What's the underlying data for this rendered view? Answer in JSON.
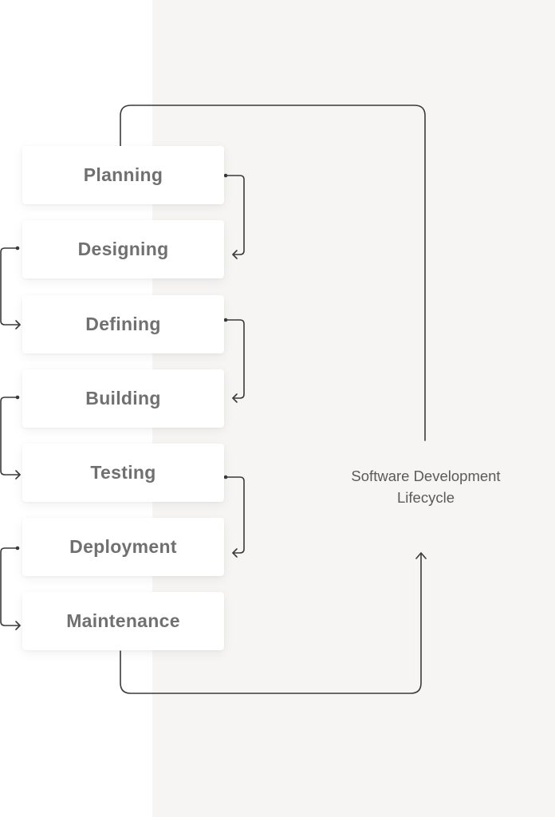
{
  "diagram": {
    "title": "Software Development Lifecycle",
    "title_lines": [
      "Software Development",
      "Lifecycle"
    ],
    "stages": [
      {
        "label": "Planning"
      },
      {
        "label": "Designing"
      },
      {
        "label": "Defining"
      },
      {
        "label": "Building"
      },
      {
        "label": "Testing"
      },
      {
        "label": "Deployment"
      },
      {
        "label": "Maintenance"
      }
    ],
    "connections": [
      {
        "from": "Planning",
        "to": "Designing",
        "side": "right"
      },
      {
        "from": "Designing",
        "to": "Defining",
        "side": "left"
      },
      {
        "from": "Defining",
        "to": "Building",
        "side": "right"
      },
      {
        "from": "Building",
        "to": "Testing",
        "side": "left"
      },
      {
        "from": "Testing",
        "to": "Deployment",
        "side": "right"
      },
      {
        "from": "Deployment",
        "to": "Maintenance",
        "side": "left"
      },
      {
        "from": "Maintenance",
        "to": "Software Development Lifecycle",
        "side": "bottom"
      },
      {
        "from": "Software Development Lifecycle",
        "to": "Planning",
        "side": "top"
      }
    ],
    "colors": {
      "line": "#3a3a3a",
      "card_bg": "#ffffff",
      "panel_bg": "#f6f5f4",
      "stage_text": "#707070",
      "title_text": "#5a5a5a"
    }
  }
}
